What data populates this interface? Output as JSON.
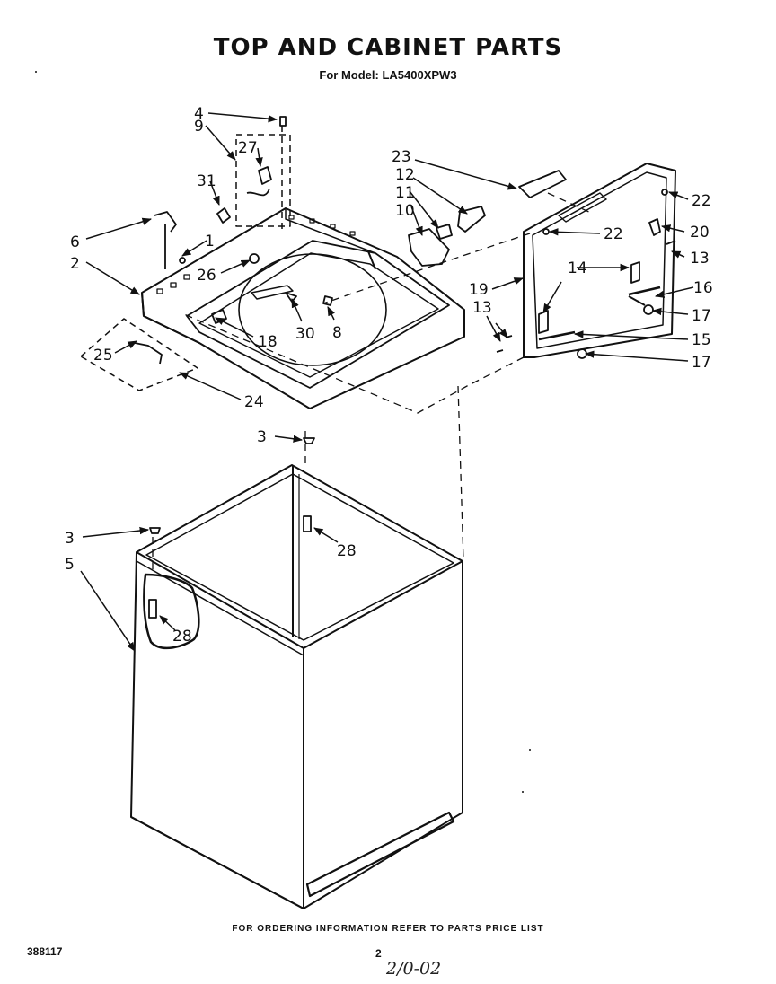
{
  "header": {
    "title": "TOP AND CABINET PARTS",
    "subtitle": "For Model: LA5400XPW3"
  },
  "footer": {
    "note": "FOR ORDERING INFORMATION REFER TO PARTS PRICE LIST",
    "doc_number": "388117",
    "page_number": "2",
    "handwritten": "2/0-02"
  },
  "parts": {
    "p1": "1",
    "p2": "2",
    "p3a": "3",
    "p3b": "3",
    "p4": "4",
    "p5": "5",
    "p6": "6",
    "p8": "8",
    "p9": "9",
    "p10": "10",
    "p11": "11",
    "p12": "12",
    "p13a": "13",
    "p13b": "13",
    "p14": "14",
    "p15": "15",
    "p16": "16",
    "p17a": "17",
    "p17b": "17",
    "p18": "18",
    "p19": "19",
    "p20": "20",
    "p22a": "22",
    "p22b": "22",
    "p23": "23",
    "p24": "24",
    "p25": "25",
    "p26": "26",
    "p27": "27",
    "p28a": "28",
    "p28b": "28",
    "p30": "30",
    "p31": "31"
  }
}
